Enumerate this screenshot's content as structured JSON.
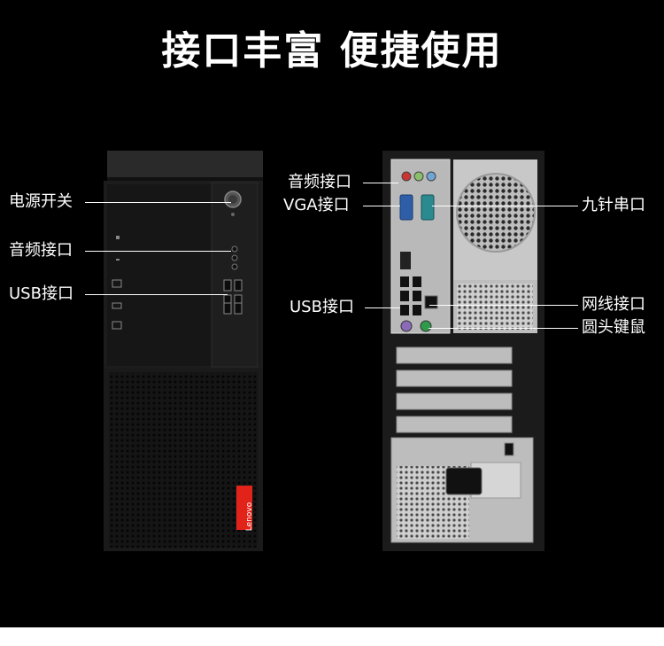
{
  "title": "接口丰富 便捷使用",
  "front_labels": {
    "power": "电源开关",
    "audio": "音频接口",
    "usb": "USB接口"
  },
  "back_labels": {
    "audio": "音频接口",
    "vga": "VGA接口",
    "usb": "USB接口",
    "serial": "九针串口",
    "lan": "网线接口",
    "ps2": "圆头键鼠"
  },
  "brand": "Lenovo",
  "colors": {
    "background": "#000000",
    "text": "#ffffff",
    "brand_red": "#e2231a",
    "case_dark": "#1a1a1a",
    "panel_gray": "#b9b9b9",
    "vga_blue": "#2f5ea8",
    "serial_teal": "#2a8a8f",
    "ps2_purple": "#8b6bb8",
    "ps2_green": "#2f9a4a"
  }
}
